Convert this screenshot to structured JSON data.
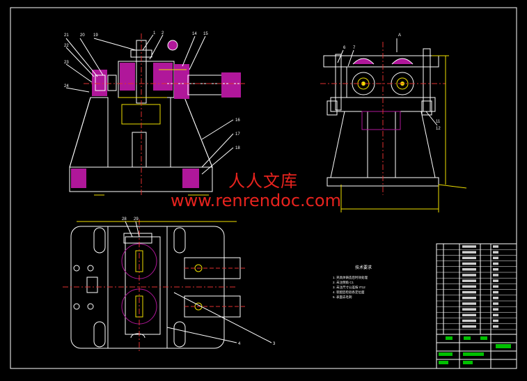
{
  "watermark": {
    "chinese": "人人文库",
    "url": "www.renrendoc.com"
  },
  "front_view": {
    "balloons": [
      "21",
      "20",
      "19",
      "1",
      "2",
      "14",
      "15",
      "22",
      "23",
      "24",
      "16",
      "17",
      "18"
    ]
  },
  "side_view": {
    "balloons": [
      "6",
      "7",
      "11",
      "12"
    ],
    "section_mark": "A"
  },
  "plan_view": {
    "balloons": [
      "28",
      "29",
      "4",
      "3"
    ]
  },
  "notes": {
    "title": "技术要求",
    "lines": [
      "1. 夹具体铸造后时效处理",
      "2. 未注倒角 C1",
      "3. 未注尺寸公差按 IT12",
      "4. 装配后检验各定位面",
      "5. 表面去毛刺"
    ]
  },
  "colors": {
    "background": "#000000",
    "outline": "#ffffff",
    "section_fill": "#b0179a",
    "dimension": "#f0e000",
    "leader": "#ffffff",
    "centerline": "#e03030",
    "secondary": "#00d8d8",
    "watermark": "#e8231e"
  }
}
